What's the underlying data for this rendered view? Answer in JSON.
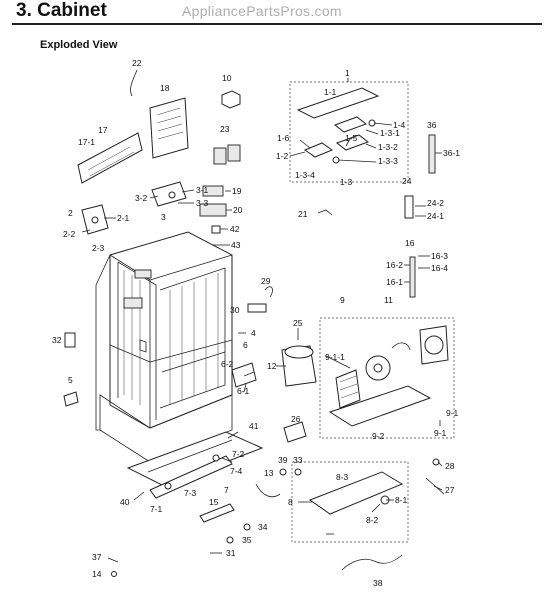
{
  "header": {
    "title": "3.  Cabinet",
    "watermark": "AppliancePartsPros.com",
    "subtitle": "Exploded View"
  },
  "callouts": [
    {
      "id": "1",
      "text": "1"
    },
    {
      "id": "1-1",
      "text": "1-1"
    },
    {
      "id": "1-2",
      "text": "1-2"
    },
    {
      "id": "1-3",
      "text": "1-3"
    },
    {
      "id": "1-3-1",
      "text": "1-3-1"
    },
    {
      "id": "1-3-2",
      "text": "1-3-2"
    },
    {
      "id": "1-3-3",
      "text": "1-3-3"
    },
    {
      "id": "1-3-4",
      "text": "1-3-4"
    },
    {
      "id": "1-4",
      "text": "1-4"
    },
    {
      "id": "1-5",
      "text": "1-5"
    },
    {
      "id": "1-6",
      "text": "1-6"
    },
    {
      "id": "2",
      "text": "2"
    },
    {
      "id": "2-1",
      "text": "2-1"
    },
    {
      "id": "2-2",
      "text": "2-2"
    },
    {
      "id": "2-3",
      "text": "2-3"
    },
    {
      "id": "3",
      "text": "3"
    },
    {
      "id": "3-1",
      "text": "3-1"
    },
    {
      "id": "3-2",
      "text": "3-2"
    },
    {
      "id": "3-3",
      "text": "3-3"
    },
    {
      "id": "4",
      "text": "4"
    },
    {
      "id": "5",
      "text": "5"
    },
    {
      "id": "6",
      "text": "6"
    },
    {
      "id": "6-1",
      "text": "6-1"
    },
    {
      "id": "6-2",
      "text": "6-2"
    },
    {
      "id": "7",
      "text": "7"
    },
    {
      "id": "7-1",
      "text": "7-1"
    },
    {
      "id": "7-2",
      "text": "7-2"
    },
    {
      "id": "7-3",
      "text": "7-3"
    },
    {
      "id": "7-4",
      "text": "7-4"
    },
    {
      "id": "8",
      "text": "8"
    },
    {
      "id": "8-1",
      "text": "8-1"
    },
    {
      "id": "8-2",
      "text": "8-2"
    },
    {
      "id": "8-3",
      "text": "8-3"
    },
    {
      "id": "9",
      "text": "9"
    },
    {
      "id": "9-1",
      "text": "9-1"
    },
    {
      "id": "9-1-1",
      "text": "9-1-1"
    },
    {
      "id": "9-1b",
      "text": "9-1"
    },
    {
      "id": "9-2",
      "text": "9-2"
    },
    {
      "id": "10",
      "text": "10"
    },
    {
      "id": "11",
      "text": "11"
    },
    {
      "id": "12",
      "text": "12"
    },
    {
      "id": "13",
      "text": "13"
    },
    {
      "id": "14",
      "text": "14"
    },
    {
      "id": "15",
      "text": "15"
    },
    {
      "id": "16",
      "text": "16"
    },
    {
      "id": "16-1",
      "text": "16-1"
    },
    {
      "id": "16-2",
      "text": "16-2"
    },
    {
      "id": "16-3",
      "text": "16-3"
    },
    {
      "id": "16-4",
      "text": "16-4"
    },
    {
      "id": "17",
      "text": "17"
    },
    {
      "id": "17-1",
      "text": "17-1"
    },
    {
      "id": "18",
      "text": "18"
    },
    {
      "id": "19",
      "text": "19"
    },
    {
      "id": "20",
      "text": "20"
    },
    {
      "id": "21",
      "text": "21"
    },
    {
      "id": "22",
      "text": "22"
    },
    {
      "id": "23",
      "text": "23"
    },
    {
      "id": "24",
      "text": "24"
    },
    {
      "id": "24-1",
      "text": "24-1"
    },
    {
      "id": "24-2",
      "text": "24-2"
    },
    {
      "id": "25",
      "text": "25"
    },
    {
      "id": "26",
      "text": "26"
    },
    {
      "id": "27",
      "text": "27"
    },
    {
      "id": "28",
      "text": "28"
    },
    {
      "id": "29",
      "text": "29"
    },
    {
      "id": "30",
      "text": "30"
    },
    {
      "id": "31",
      "text": "31"
    },
    {
      "id": "32",
      "text": "32"
    },
    {
      "id": "33",
      "text": "33"
    },
    {
      "id": "34",
      "text": "34"
    },
    {
      "id": "35",
      "text": "35"
    },
    {
      "id": "36",
      "text": "36"
    },
    {
      "id": "36-1",
      "text": "36-1"
    },
    {
      "id": "37",
      "text": "37"
    },
    {
      "id": "38",
      "text": "38"
    },
    {
      "id": "39",
      "text": "39"
    },
    {
      "id": "40",
      "text": "40"
    },
    {
      "id": "41",
      "text": "41"
    },
    {
      "id": "42",
      "text": "42"
    },
    {
      "id": "43",
      "text": "43"
    }
  ]
}
